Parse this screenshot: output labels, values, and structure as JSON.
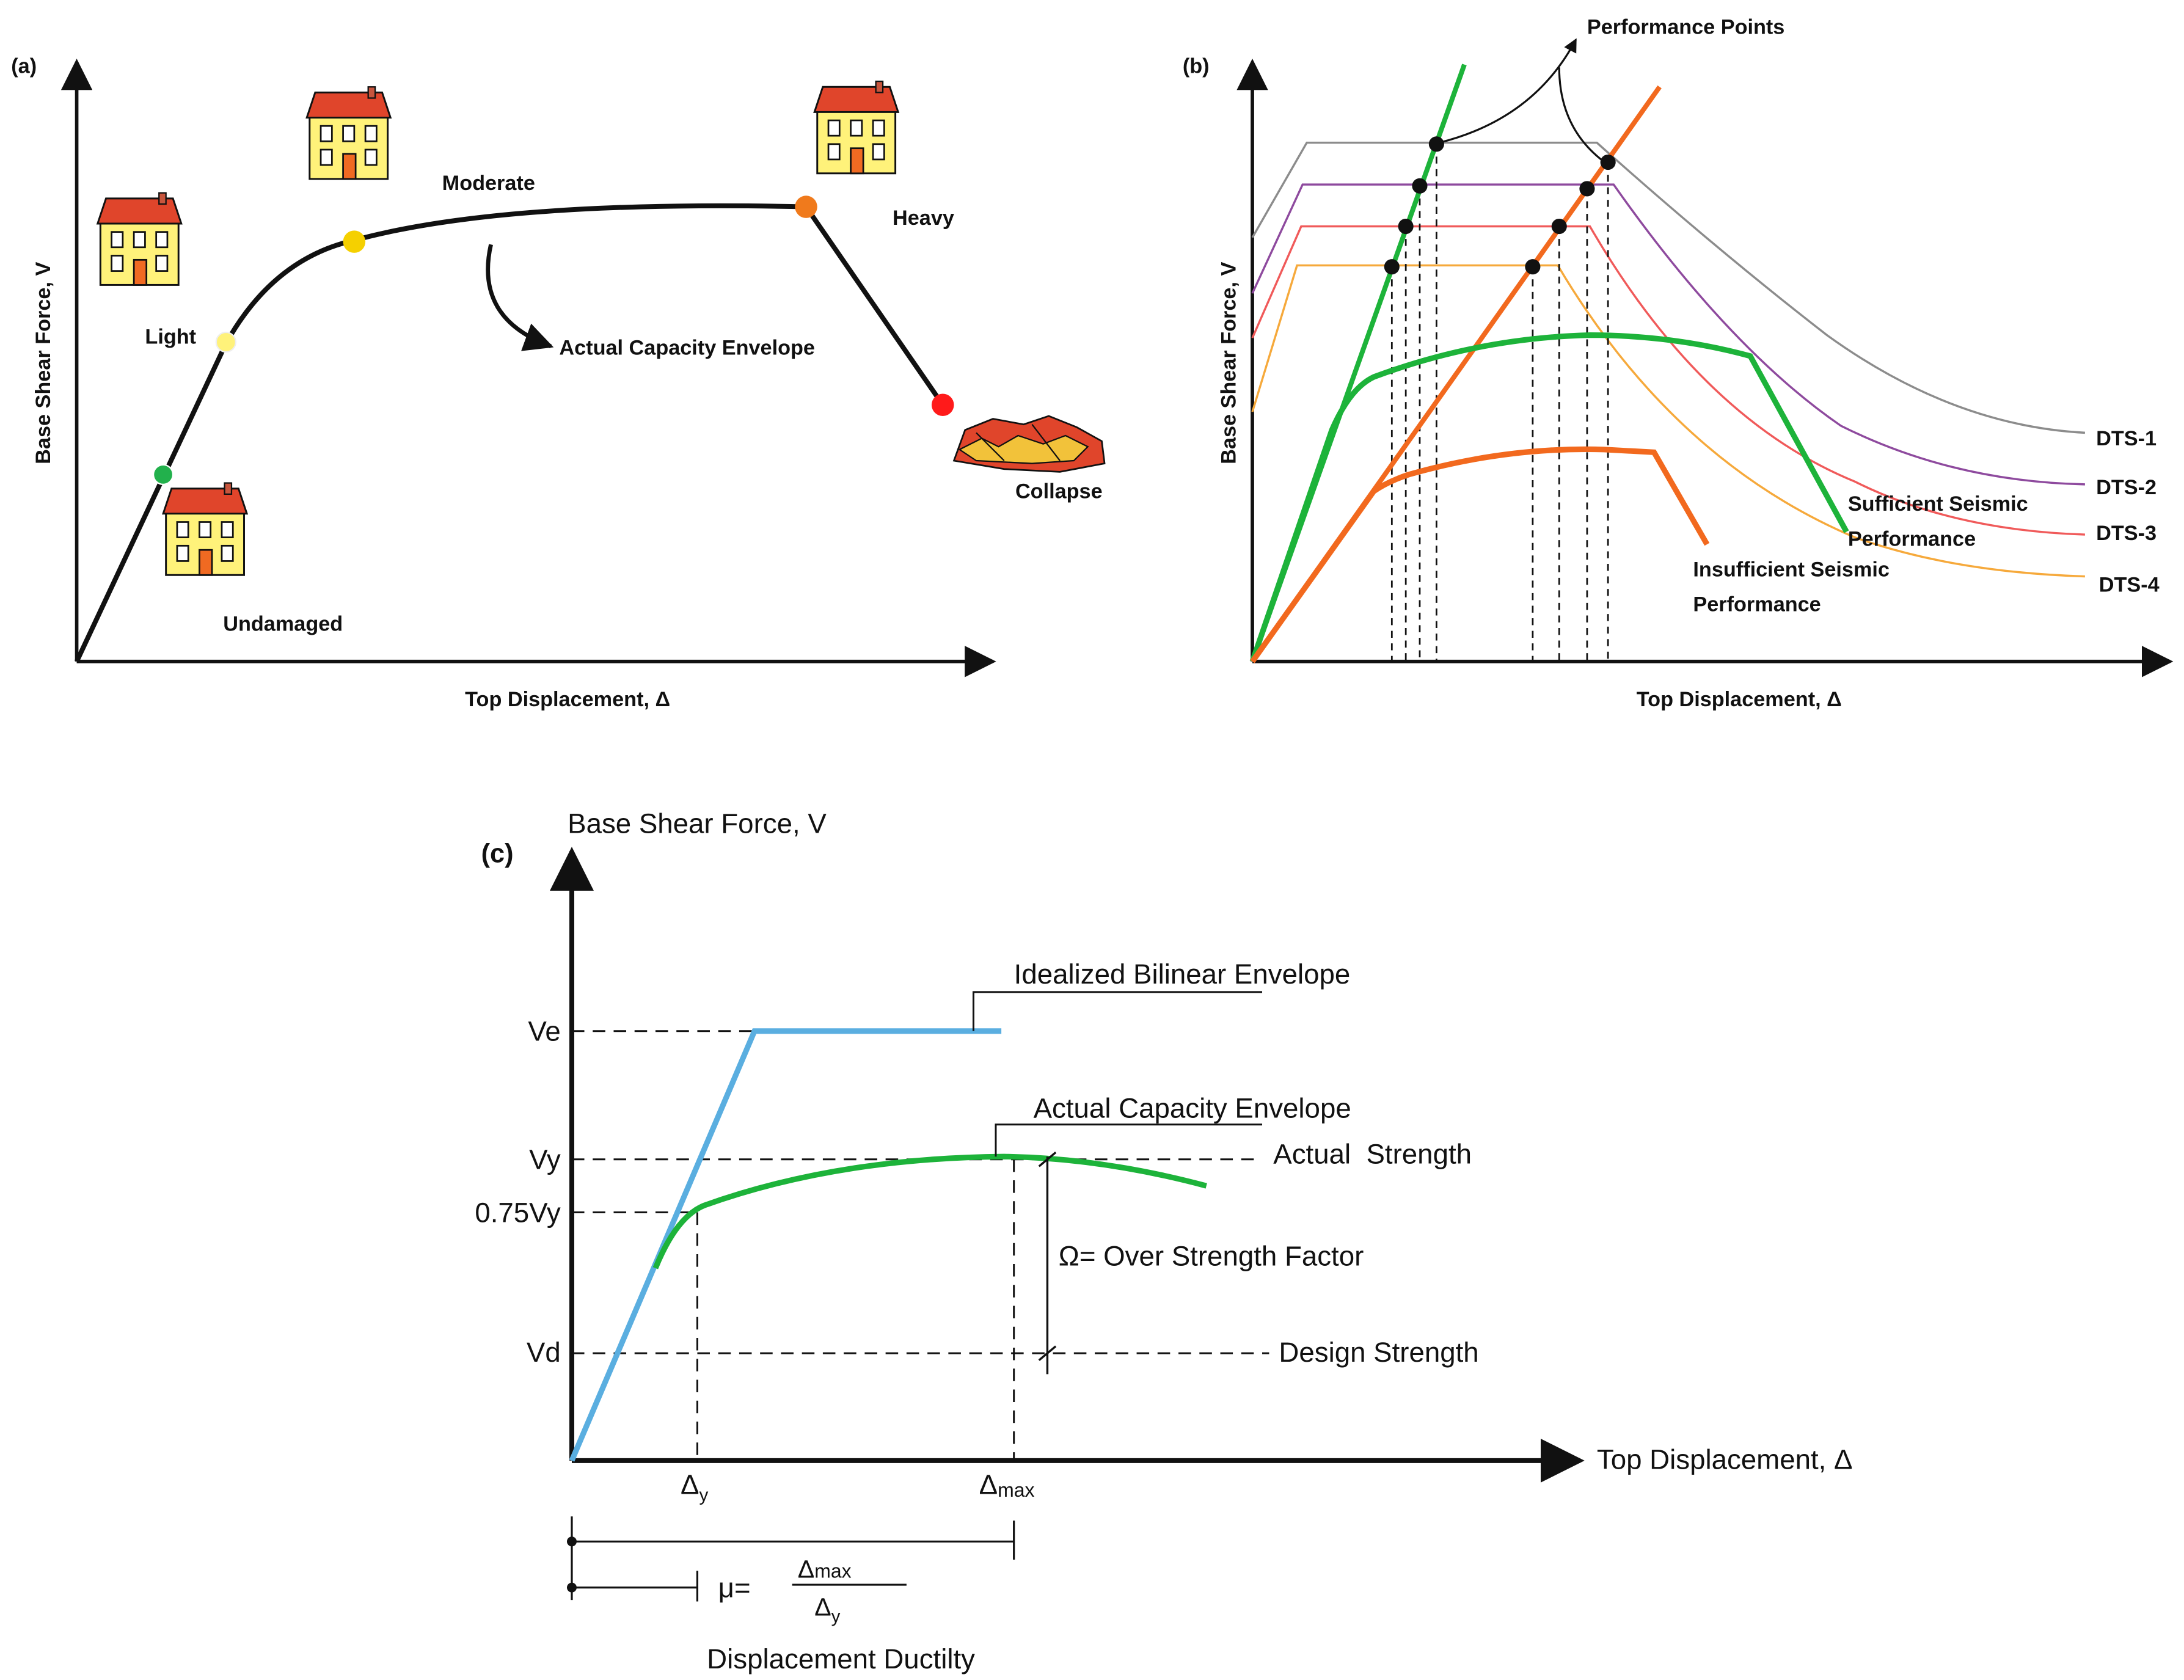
{
  "panel_a": {
    "tag": "(a)",
    "y_axis_label": "Base Shear Force, V",
    "x_axis_label": "Top Displacement, Δ",
    "curve_label": "Actual Capacity Envelope",
    "states": [
      {
        "label": "Undamaged",
        "color": "#22b14c"
      },
      {
        "label": "Light",
        "color": "#fff27a"
      },
      {
        "label": "Moderate",
        "color": "#f5d000"
      },
      {
        "label": "Heavy",
        "color": "#f07a1c"
      },
      {
        "label": "Collapse",
        "color": "#ff1a1a"
      }
    ]
  },
  "panel_b": {
    "tag": "(b)",
    "y_axis_label": "Base Shear Force, V",
    "x_axis_label": "Top Displacement, Δ",
    "performance_points_label": "Performance Points",
    "demand_spectra": [
      {
        "label": "DTS-1",
        "color": "#8c8c8c"
      },
      {
        "label": "DTS-2",
        "color": "#8e4a9e"
      },
      {
        "label": "DTS-3",
        "color": "#f05a5a"
      },
      {
        "label": "DTS-4",
        "color": "#f6a93b"
      }
    ],
    "sufficient_label_line1": "Sufficient Seismic",
    "sufficient_label_line2": "Performance",
    "insufficient_label_line1": "Insufficient Seismic",
    "insufficient_label_line2": "Performance",
    "sufficient_color": "#1db33a",
    "insufficient_color": "#f2691e"
  },
  "panel_c": {
    "tag": "(c)",
    "y_axis_label": "Base Shear Force, V",
    "x_axis_label": "Top Displacement, Δ",
    "y_ticks": [
      "Ve",
      "Vy",
      "0.75Vy",
      "Vd"
    ],
    "x_tick_delta": "Δ",
    "x_tick_y_sub": "y",
    "x_tick_max_sub": "max",
    "bilinear_label": "Idealized Bilinear Envelope",
    "capacity_label": "Actual Capacity Envelope",
    "actual_strength_label": "Actual  Strength",
    "design_strength_label": "Design Strength",
    "overstrength_label": "Ω= Over Strength Factor",
    "mu_symbol": "μ=",
    "ductility_label": "Displacement Ductilty",
    "bilinear_color": "#5aaee0",
    "capacity_color": "#1db33a"
  }
}
